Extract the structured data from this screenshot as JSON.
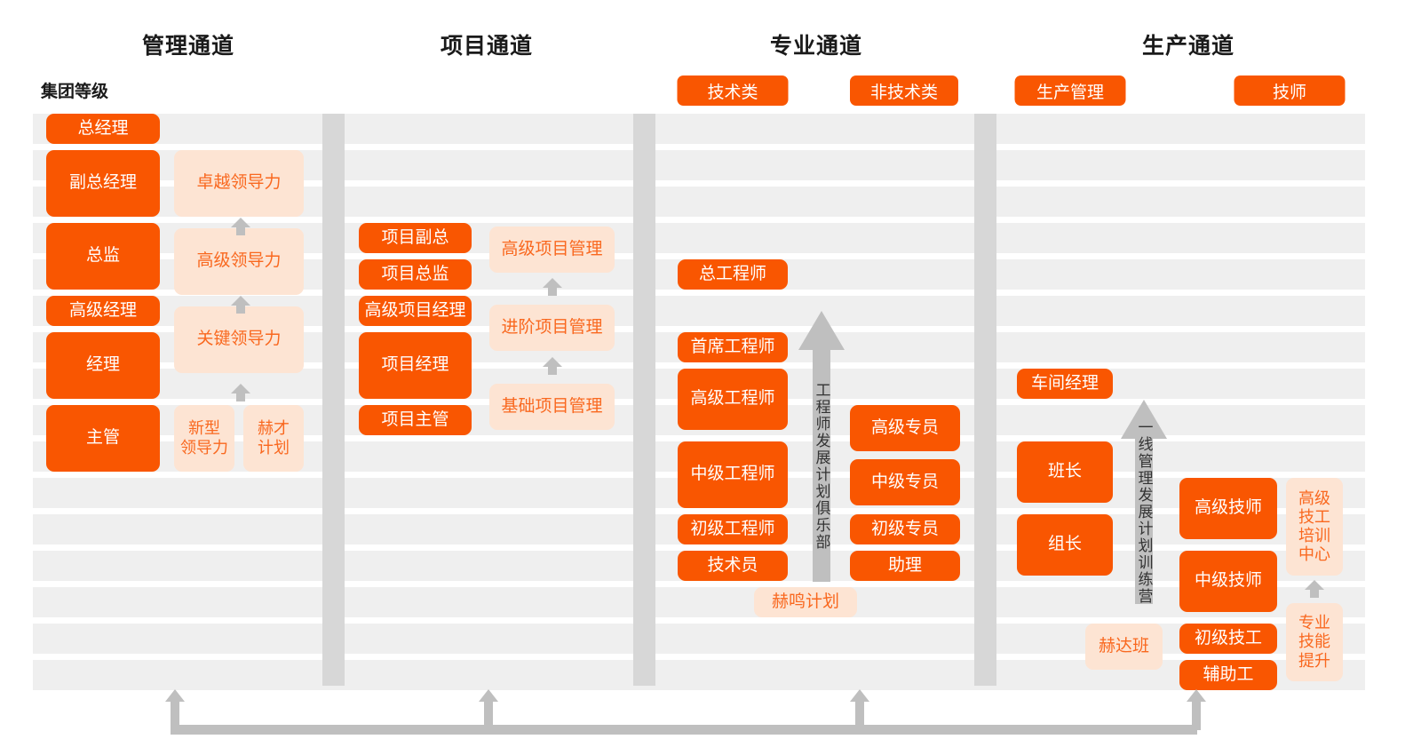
{
  "colors": {
    "orange": "#f95601",
    "peach": "#fde4d3",
    "peach_text": "#f9681f",
    "row_gray": "#efefef",
    "sep_gray": "#d7d7d7",
    "arrow_gray": "#bfbfbf",
    "title_black": "#1a1a1a"
  },
  "group_label": "集团等级",
  "channels": [
    {
      "id": "management",
      "title": "管理通道"
    },
    {
      "id": "project",
      "title": "项目通道"
    },
    {
      "id": "professional",
      "title": "专业通道"
    },
    {
      "id": "production",
      "title": "生产通道"
    }
  ],
  "category_badges": [
    {
      "id": "tech",
      "label": "技术类"
    },
    {
      "id": "non-tech",
      "label": "非技术类"
    },
    {
      "id": "prod-mgmt",
      "label": "生产管理"
    },
    {
      "id": "technician",
      "label": "技师"
    }
  ],
  "management": {
    "ranks": [
      {
        "label": "总经理"
      },
      {
        "label": "副总经理"
      },
      {
        "label": "总监"
      },
      {
        "label": "高级经理"
      },
      {
        "label": "经理"
      },
      {
        "label": "主管"
      }
    ],
    "programs": [
      {
        "label": "卓越领导力"
      },
      {
        "label": "高级领导力"
      },
      {
        "label": "关键领导力"
      }
    ],
    "sub_programs": [
      {
        "label": "新型\n领导力"
      },
      {
        "label": "赫才\n计划"
      }
    ]
  },
  "project": {
    "ranks": [
      {
        "label": "项目副总"
      },
      {
        "label": "项目总监"
      },
      {
        "label": "高级项目经理"
      },
      {
        "label": "项目经理"
      },
      {
        "label": "项目主管"
      }
    ],
    "programs": [
      {
        "label": "高级项目管理"
      },
      {
        "label": "进阶项目管理"
      },
      {
        "label": "基础项目管理"
      }
    ]
  },
  "professional": {
    "technical_ranks": [
      {
        "label": "总工程师"
      },
      {
        "label": "首席工程师"
      },
      {
        "label": "高级工程师"
      },
      {
        "label": "中级工程师"
      },
      {
        "label": "初级工程师"
      },
      {
        "label": "技术员"
      }
    ],
    "non_technical_ranks": [
      {
        "label": "高级专员"
      },
      {
        "label": "中级专员"
      },
      {
        "label": "初级专员"
      },
      {
        "label": "助理"
      }
    ],
    "vertical_program": "工程师发展计划俱乐部",
    "bottom_program": {
      "label": "赫鸣计划"
    }
  },
  "production": {
    "management_ranks": [
      {
        "label": "车间经理"
      },
      {
        "label": "班长"
      },
      {
        "label": "组长"
      }
    ],
    "technician_ranks": [
      {
        "label": "高级技师"
      },
      {
        "label": "中级技师"
      },
      {
        "label": "初级技工"
      },
      {
        "label": "辅助工"
      }
    ],
    "vertical_program": "一线管理发展计划训练营",
    "bottom_program": {
      "label": "赫达班"
    },
    "training_programs": [
      {
        "label": "高级\n技工\n培训\n中心"
      },
      {
        "label": "专业\n技能\n提升"
      }
    ]
  },
  "baseline": {
    "arrow_count": 4
  }
}
